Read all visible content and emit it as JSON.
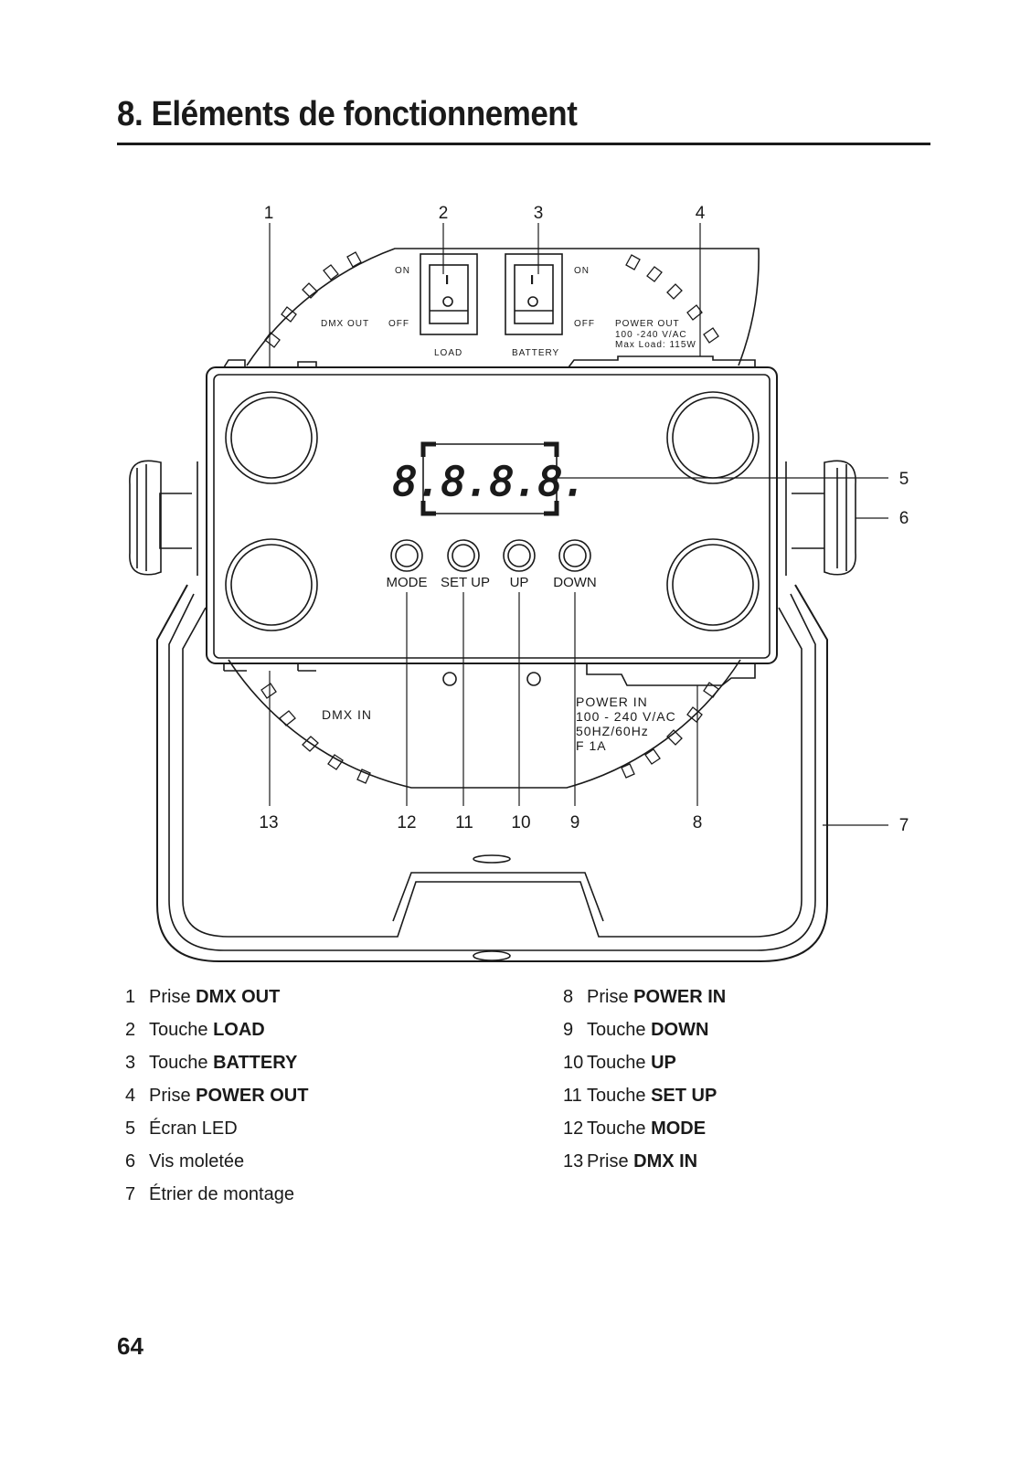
{
  "heading": "8. Eléments de fonctionnement",
  "diagram": {
    "callouts": [
      "1",
      "2",
      "3",
      "4",
      "5",
      "6",
      "7",
      "8",
      "9",
      "10",
      "11",
      "12",
      "13"
    ],
    "panel_labels": {
      "switch_on": "ON",
      "switch_off": "OFF",
      "switch_i": "I",
      "load": "LOAD",
      "battery": "BATTERY",
      "dmx_out": "DMX OUT",
      "power_out": [
        "POWER OUT",
        "100 -240 V/AC",
        "Max Load: 115W"
      ],
      "dmx_in": "DMX IN",
      "power_in": [
        "POWER IN",
        "100 - 240 V/AC",
        "50HZ/60Hz",
        "F  1A"
      ],
      "display": "8.8.8.8."
    },
    "buttons": [
      "MODE",
      "SET UP",
      "UP",
      "DOWN"
    ]
  },
  "legend_left": [
    {
      "num": "1",
      "text": "Prise ",
      "bold": "DMX OUT"
    },
    {
      "num": "2",
      "text": "Touche ",
      "bold": "LOAD"
    },
    {
      "num": "3",
      "text": "Touche ",
      "bold": "BATTERY"
    },
    {
      "num": "4",
      "text": "Prise ",
      "bold": "POWER OUT"
    },
    {
      "num": "5",
      "text": "Écran LED",
      "bold": ""
    },
    {
      "num": "6",
      "text": "Vis moletée",
      "bold": ""
    },
    {
      "num": "7",
      "text": "Étrier de montage",
      "bold": ""
    }
  ],
  "legend_right": [
    {
      "num": "8",
      "text": "Prise ",
      "bold": "POWER IN"
    },
    {
      "num": "9",
      "text": "Touche ",
      "bold": "DOWN"
    },
    {
      "num": "10",
      "text": "Touche ",
      "bold": "UP"
    },
    {
      "num": "11",
      "text": "Touche ",
      "bold": "SET UP"
    },
    {
      "num": "12",
      "text": "Touche ",
      "bold": "MODE"
    },
    {
      "num": "13",
      "text": "Prise ",
      "bold": "DMX IN"
    }
  ],
  "page_number": "64"
}
